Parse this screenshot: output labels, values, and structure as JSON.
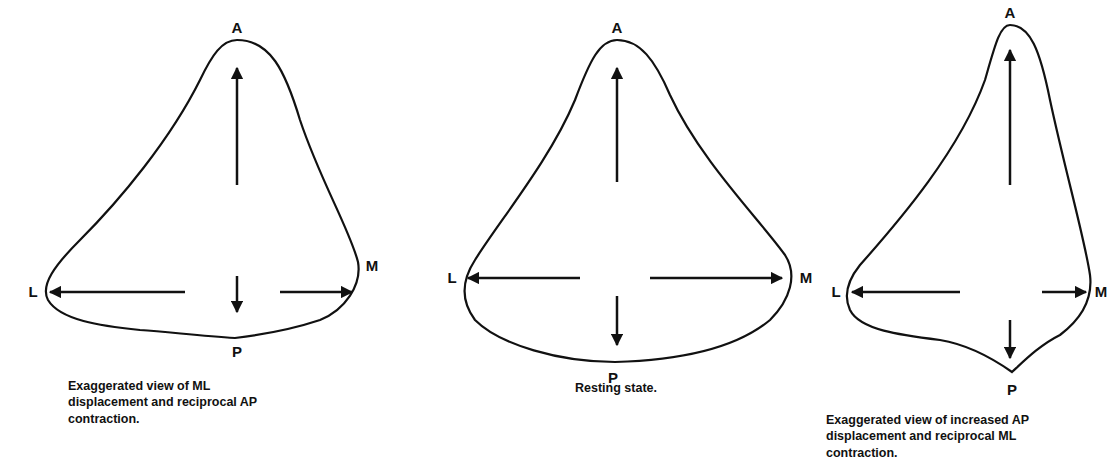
{
  "diagram": {
    "labels": [
      "A",
      "L",
      "M",
      "P",
      "Exaggerated view of ML displacement and reciprocal AP contraction.",
      "A",
      "L",
      "M",
      "P",
      "Resting state.",
      "A",
      "L",
      "M",
      "P",
      "Exaggerated view of increased AP displacement and reciprocal ML contraction."
    ]
  }
}
